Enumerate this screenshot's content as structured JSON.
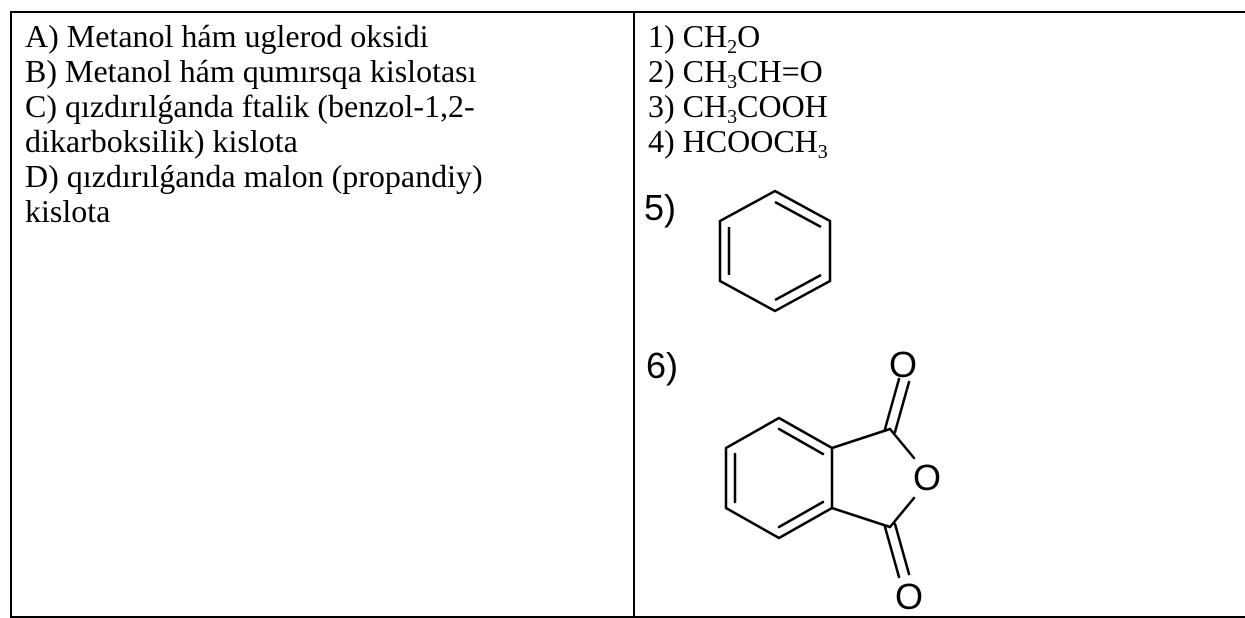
{
  "left_column": {
    "lines": [
      "A) Metanol hám uglerod oksidi",
      "B) Metanol hám qumırsqa kislotası",
      "C) qızdırılǵanda ftalik (benzol-1,2-",
      "dikarboksilik) kislota",
      "D) qızdırılǵanda malon (propandiy)",
      "kislota"
    ]
  },
  "right_column": {
    "items": [
      {
        "prefix": "1) CH",
        "sub": "2",
        "suffix": "O"
      },
      {
        "prefix": "2) CH",
        "sub": "3",
        "suffix": "CH=O"
      },
      {
        "prefix": "3) CH",
        "sub": "3",
        "suffix": "COOH"
      },
      {
        "prefix": "4) HCOOCH",
        "sub": "3",
        "suffix": ""
      }
    ],
    "benzene_label": "5)",
    "anhydride_label": "6)",
    "anhydride_atoms": {
      "top_oxygen": "O",
      "ring_oxygen": "O",
      "bottom_oxygen": "O"
    }
  }
}
